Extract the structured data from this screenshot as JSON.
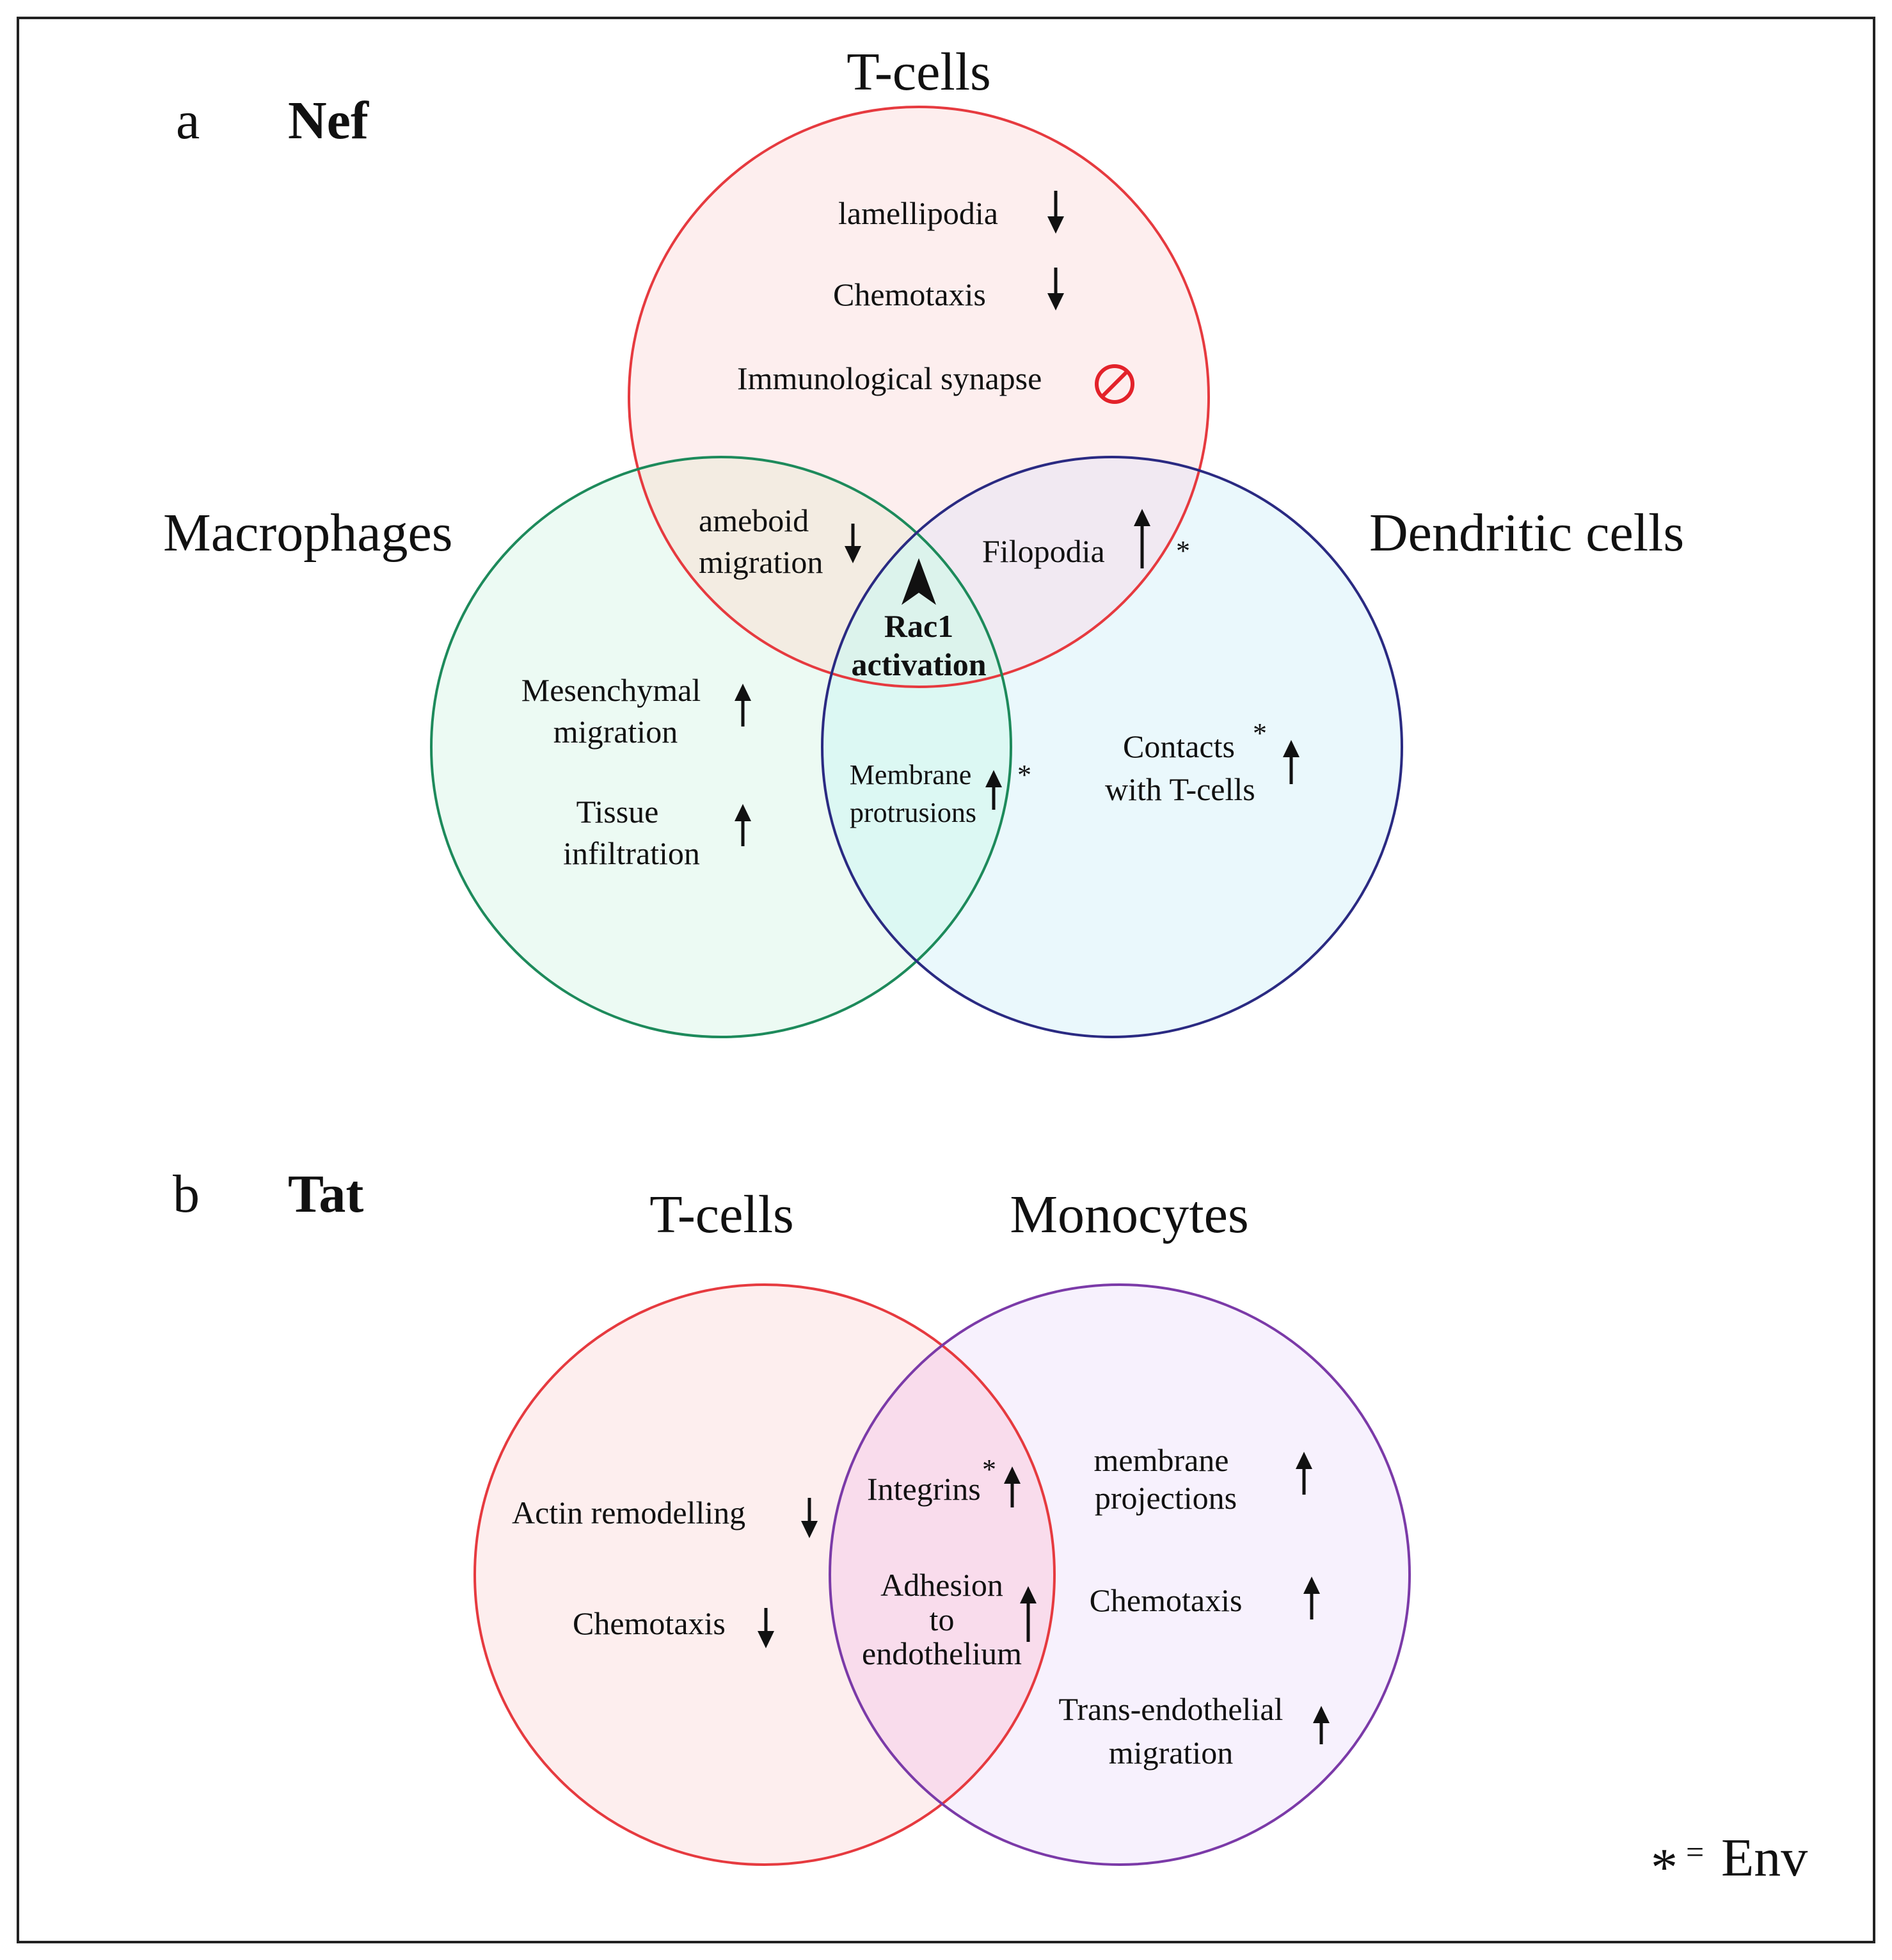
{
  "panel_a": {
    "letter": "a",
    "title": "Nef",
    "sets": {
      "tcells": {
        "label": "T-cells",
        "stroke": "#e63a3f",
        "fill": "#fdeeee"
      },
      "macrophages": {
        "label": "Macrophages",
        "stroke": "#1d8a5b",
        "fill": "#ecfaf3"
      },
      "dendritic": {
        "label": "Dendritic cells",
        "stroke": "#2a2a82",
        "fill": "#eaf8fc"
      }
    },
    "items": {
      "lamellipodia": "lamellipodia",
      "chemotaxis": "Chemotaxis",
      "synapse": "Immunological synapse",
      "ameboid_1": "ameboid",
      "ameboid_2": "migration",
      "filopodia": "Filopodia",
      "rac1_1": "Rac1",
      "rac1_2": "activation",
      "mesenchymal_1": "Mesenchymal",
      "mesenchymal_2": "migration",
      "tissue_1": "Tissue",
      "tissue_2": "infiltration",
      "membrane_1": "Membrane",
      "membrane_2": "protrusions",
      "contacts_1": "Contacts",
      "contacts_2": "with T-cells"
    },
    "marks": {
      "star": "*",
      "inhibit_color": "#e3222a"
    }
  },
  "panel_b": {
    "letter": "b",
    "title": "Tat",
    "sets": {
      "tcells": {
        "label": "T-cells",
        "stroke": "#e63a3f",
        "fill": "#fdeeee"
      },
      "monocytes": {
        "label": "Monocytes",
        "stroke": "#7b3aa8",
        "fill": "#f7f1fd"
      }
    },
    "items": {
      "actin": "Actin remodelling",
      "chemotaxis_t": "Chemotaxis",
      "integrins": "Integrins",
      "adhesion_1": "Adhesion",
      "adhesion_2": "to",
      "adhesion_3": "endothelium",
      "projections_1": "membrane",
      "projections_2": "projections",
      "chemotaxis_m": "Chemotaxis",
      "trans_1": "Trans-endothelial",
      "trans_2": "migration"
    },
    "marks": {
      "star": "*"
    }
  },
  "legend": {
    "star": "*",
    "equals": "=",
    "label": "Env"
  }
}
